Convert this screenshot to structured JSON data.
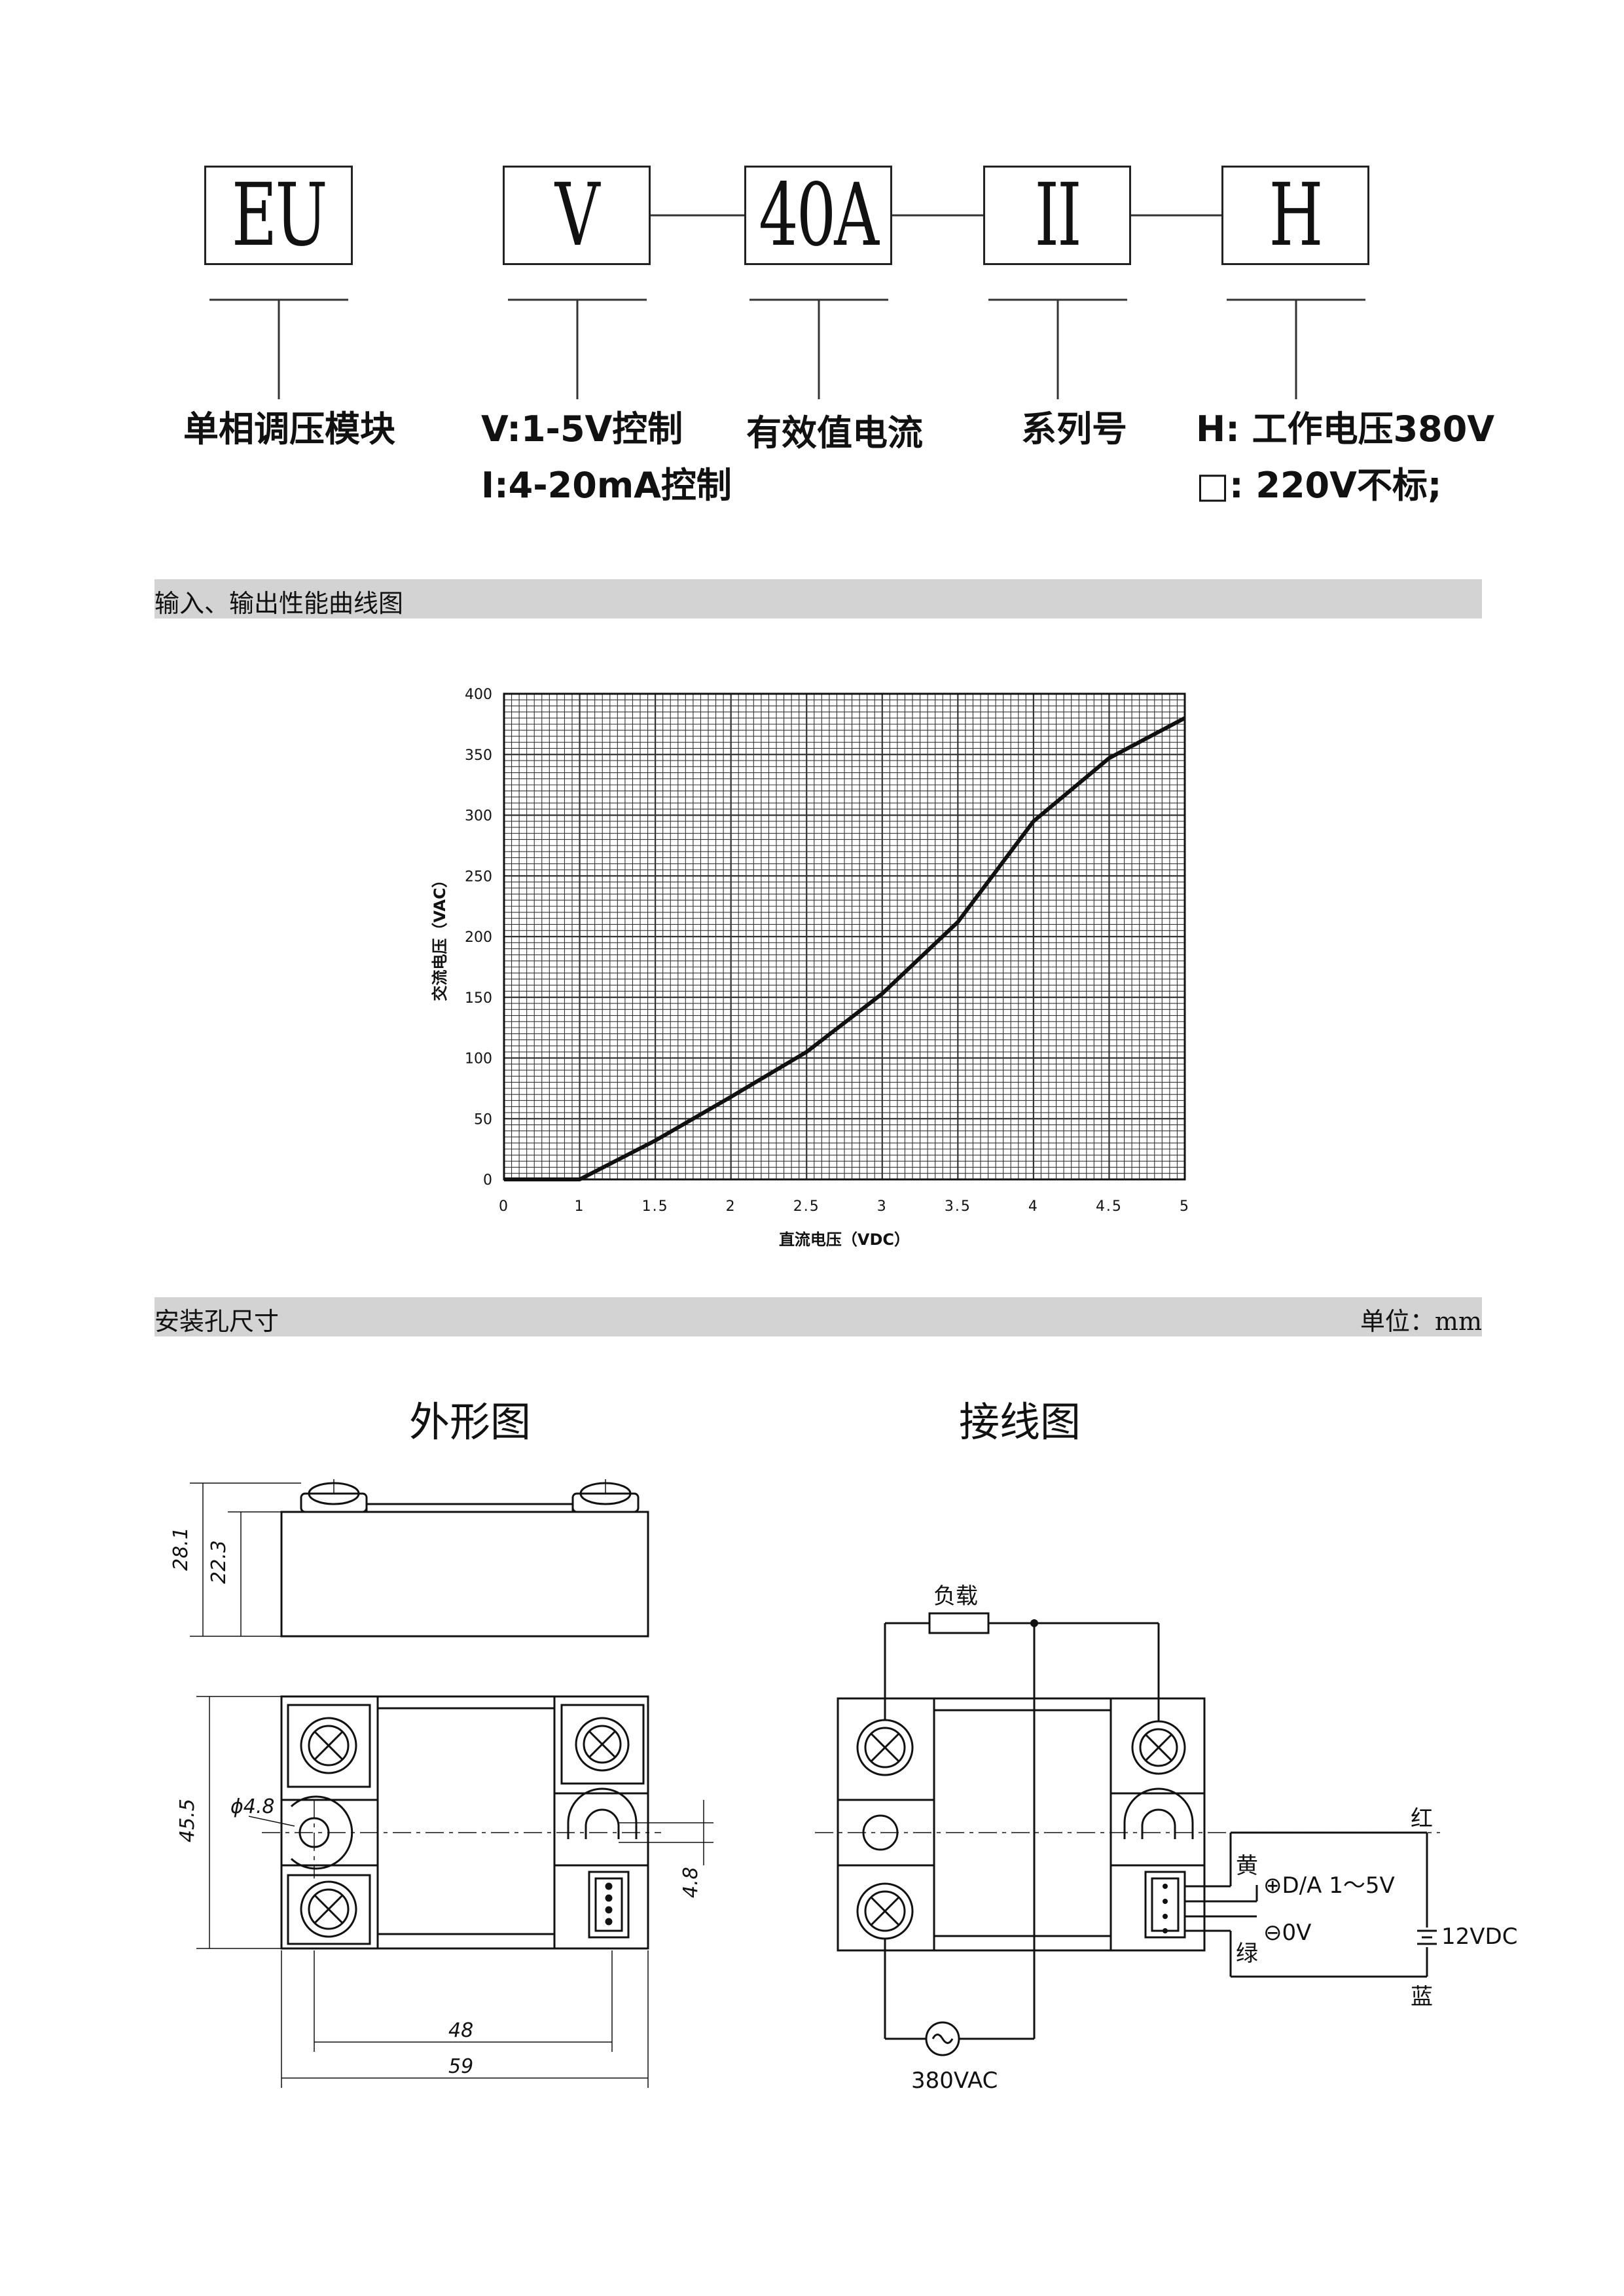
{
  "code": {
    "boxes": [
      "EU",
      "V",
      "40A",
      "II",
      "H"
    ],
    "labels": {
      "eu": "单相调压模块",
      "v_line1": "V:1-5V控制",
      "v_line2": "I:4-20mA控制",
      "a": "有效值电流",
      "ii": "系列号",
      "h_line1": "H: 工作电压380V",
      "h_line2": "□: 220V不标;"
    }
  },
  "section1": {
    "title": "输入、输出性能曲线图"
  },
  "chart_data": {
    "type": "line",
    "xlabel": "直流电压（VDC）",
    "ylabel": "交流电压（VAC）",
    "xlim": [
      0,
      4.5
    ],
    "ylim": [
      0,
      400
    ],
    "xticks": [
      "0",
      "1",
      "1.5",
      "2",
      "2.5",
      "3",
      "3.5",
      "4",
      "4.5",
      "5"
    ],
    "yticks": [
      "0",
      "50",
      "100",
      "150",
      "200",
      "250",
      "300",
      "350",
      "400"
    ],
    "grid": true,
    "series": [
      {
        "x": [
          0,
          0.5,
          1.0,
          1.5,
          2.0,
          2.5,
          3.0,
          3.5,
          4.0,
          4.5
        ],
        "values": [
          0,
          0,
          32,
          68,
          105,
          153,
          212,
          295,
          347,
          380
        ]
      }
    ]
  },
  "section2": {
    "title": "安装孔尺寸",
    "unit": "单位：mm"
  },
  "drawing": {
    "outline_title": "外形图",
    "wiring_title": "接线图",
    "dims": {
      "h1": "28.1",
      "h2": "22.3",
      "h3": "45.5",
      "hole": "ϕ4.8",
      "slot": "4.8",
      "w1": "48",
      "w2": "59"
    },
    "wiring": {
      "load": "负载",
      "ac": "380VAC",
      "red": "红",
      "yellow": "黄",
      "green": "绿",
      "blue": "蓝",
      "plus": "⊕D/A 1～5V",
      "minus": "⊖0V",
      "supply": "12VDC"
    }
  }
}
